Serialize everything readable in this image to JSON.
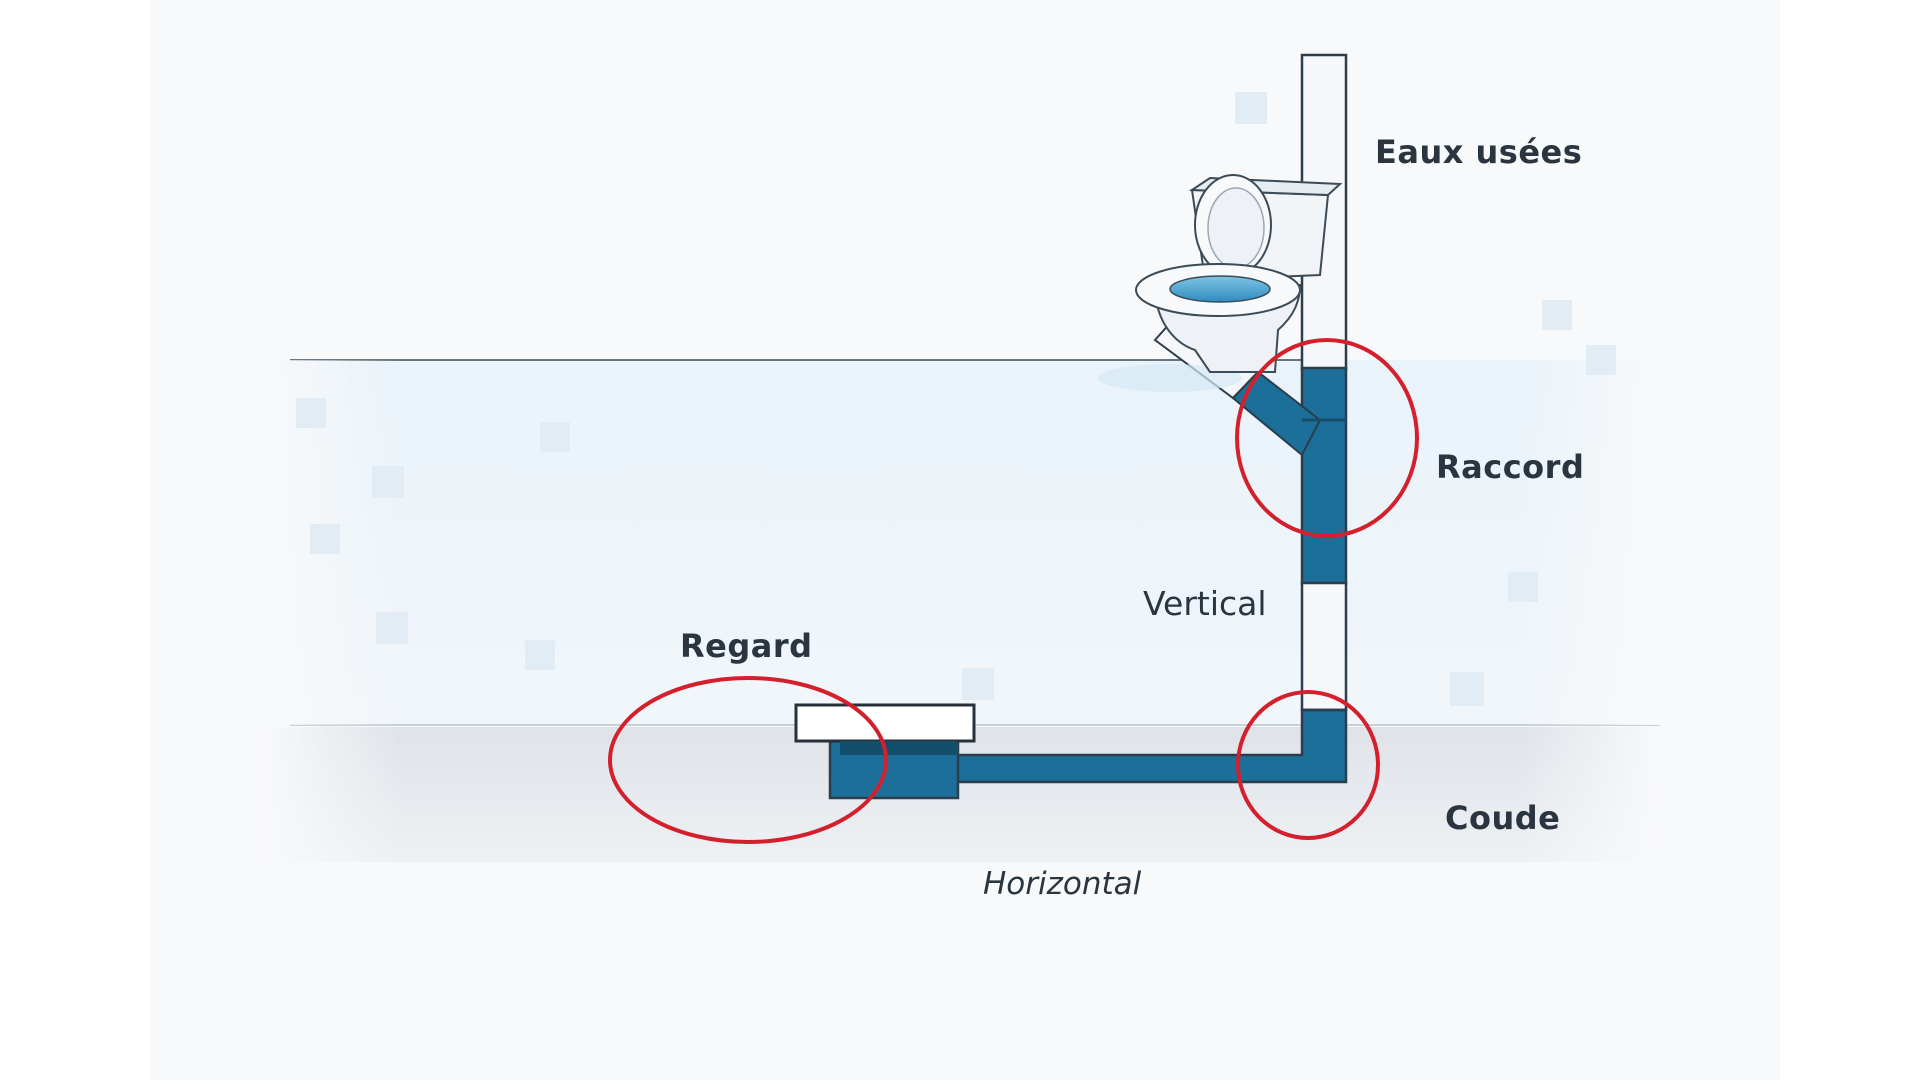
{
  "labels": {
    "eaux_usees": "Eaux usées",
    "raccord": "Raccord",
    "vertical": "Vertical",
    "regard": "Regard",
    "coude": "Coude",
    "horizontal": "Horizontal"
  },
  "highlighted_parts": [
    "raccord",
    "coude",
    "regard"
  ],
  "icons": {
    "fixture": "toilet-icon",
    "highlight": "red-circle-highlight"
  },
  "colors": {
    "pipe_blue": "#1b6f98",
    "pipe_white": "#f5f7fa",
    "pipe_outline": "#2c3e4d",
    "highlight_red": "#d4202d",
    "wall_tint": "#e8f2f9",
    "ground": "#dfe3e8",
    "text": "#2a3540"
  }
}
